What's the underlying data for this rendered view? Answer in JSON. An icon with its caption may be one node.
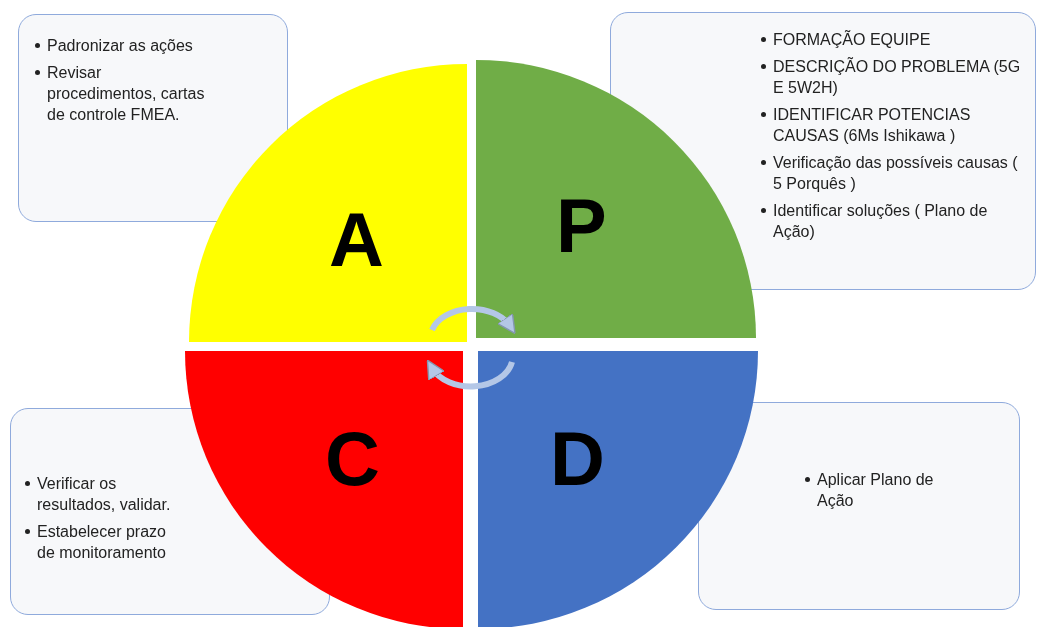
{
  "diagram": {
    "nodes": [
      {
        "text": [
          "Padronizar as ações",
          "Revisar procedimentos, cartas de controle FMEA."
        ]
      },
      {
        "text": [
          "FORMAÇÃO EQUIPE",
          "DESCRIÇÃO DO PROBLEMA (5G E 5W2H)",
          "IDENTIFICAR POTENCIAS CAUSAS (6Ms Ishikawa )",
          "Verificação das possíveis causas ( 5 Porquês )",
          "Identificar soluções ( Plano de Ação)"
        ]
      },
      {
        "text": [
          "A"
        ]
      },
      {
        "text": [
          "P"
        ]
      },
      {
        "text": [
          "C"
        ]
      },
      {
        "text": [
          "D"
        ]
      },
      {
        "text": [
          "Verificar os resultados, validar.",
          "Estabelecer prazo de monitoramento"
        ]
      },
      {
        "text": [
          "Aplicar Plano de Ação"
        ]
      }
    ],
    "edges": [
      {
        "from": 2,
        "to": 3,
        "arrow": "to"
      },
      {
        "from": 5,
        "to": 4,
        "arrow": "to"
      }
    ]
  }
}
